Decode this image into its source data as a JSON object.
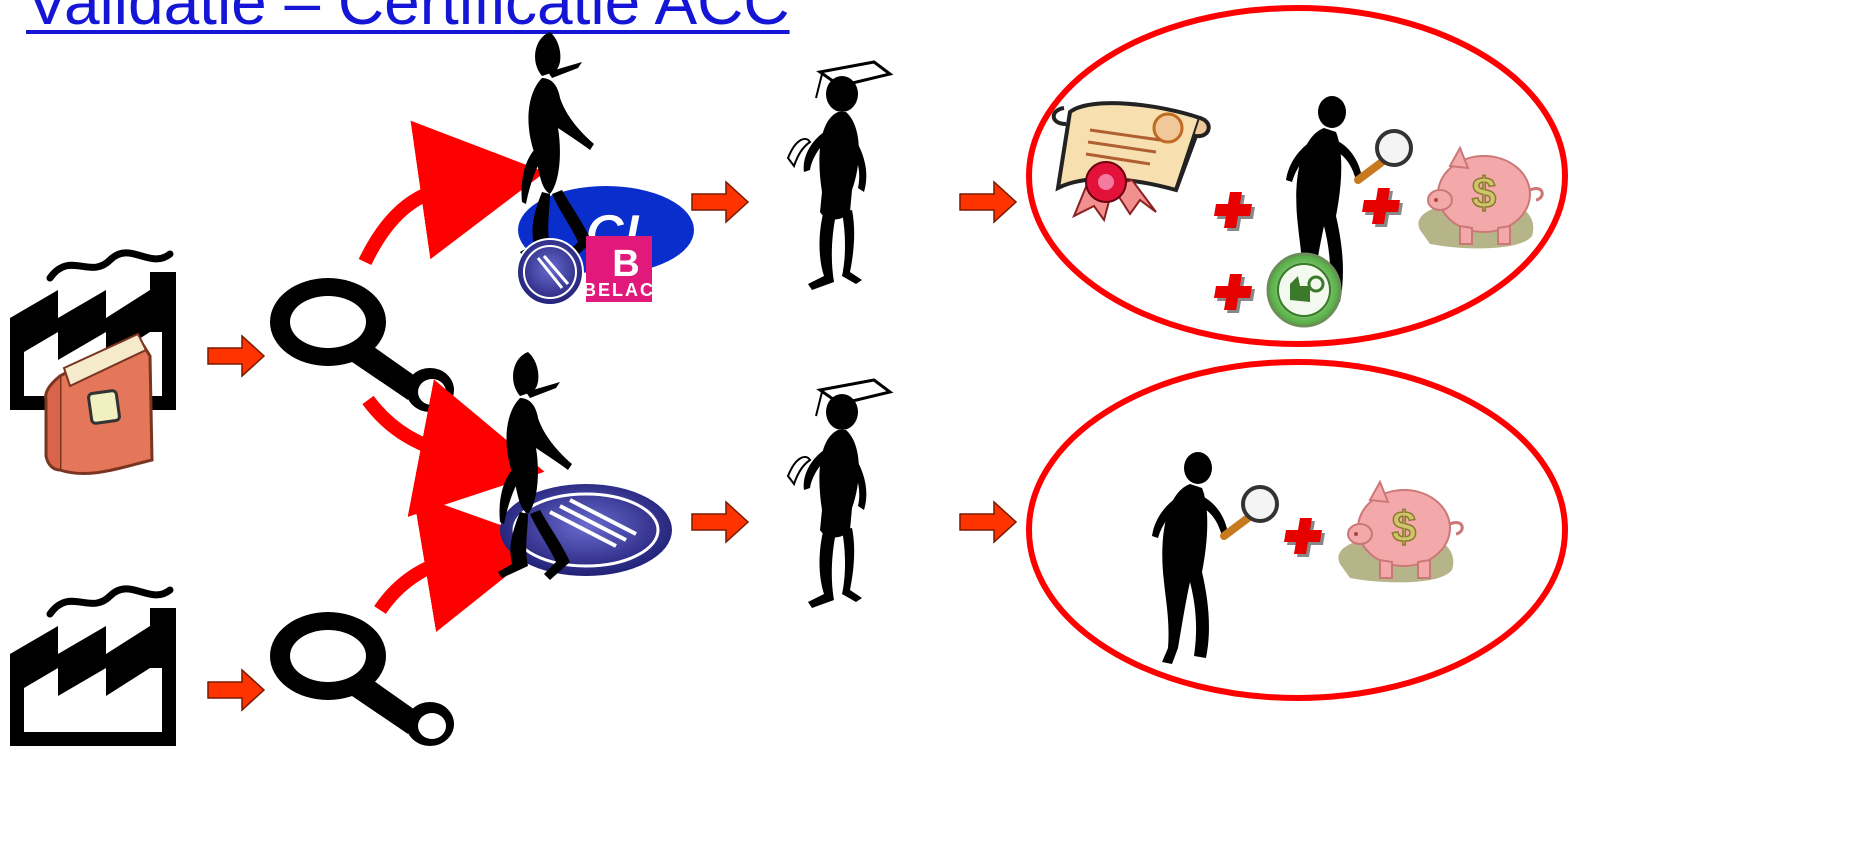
{
  "slide": {
    "title": "Validatie – Certificatie ACC"
  },
  "icons": {
    "factory": "factory-icon",
    "manual": "manual-book-icon",
    "magnifier": "magnifying-glass-icon",
    "auditor": "auditor-figure-icon",
    "graduate": "graduate-figure-icon",
    "certificate": "certificate-scroll-icon",
    "inspector": "inspector-with-magnifier-icon",
    "piggybank": "piggy-bank-icon",
    "seal": "approval-seal-icon",
    "plus": "plus-icon",
    "arrow": "arrow-icon"
  },
  "logos": {
    "ci_text": "CI",
    "belac_text": "BELAC"
  },
  "colors": {
    "title": "#1515d6",
    "arrow": "#ff3300",
    "curve": "#ff0000",
    "ellipse": "#ff0000",
    "plus": "#e60000",
    "ci_blue": "#0a2ecc",
    "belac_pink": "#e0197a",
    "accred_navy": "#2a2a8a",
    "book": "#e4765a",
    "scroll": "#f8dfb0",
    "piggy": "#f0a0a0"
  }
}
